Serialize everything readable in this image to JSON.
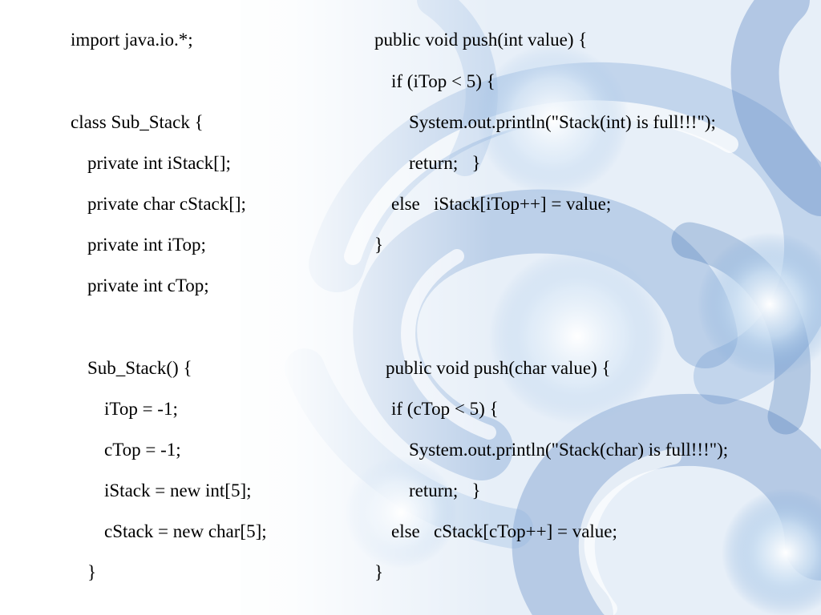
{
  "slide": {
    "left_column": [
      "import java.io.*;",
      "class Sub_Stack {",
      "private int iStack[];",
      "private char cStack[];",
      "private int iTop;",
      "private int cTop;",
      "Sub_Stack() {",
      "iTop = -1;",
      "cTop = -1;",
      "iStack = new int[5];",
      "cStack = new char[5];",
      "}"
    ],
    "right_column": [
      "public void push(int value) {",
      "if (iTop < 5) {",
      "System.out.println(\"Stack(int) is full!!!\");",
      "return;   }",
      "else   iStack[iTop++] = value;",
      "}",
      "public void push(char value) {",
      "if (cTop < 5) {",
      "System.out.println(\"Stack(char) is full!!!\");",
      "return;   }",
      "else   cStack[cTop++] = value;",
      "}"
    ]
  }
}
